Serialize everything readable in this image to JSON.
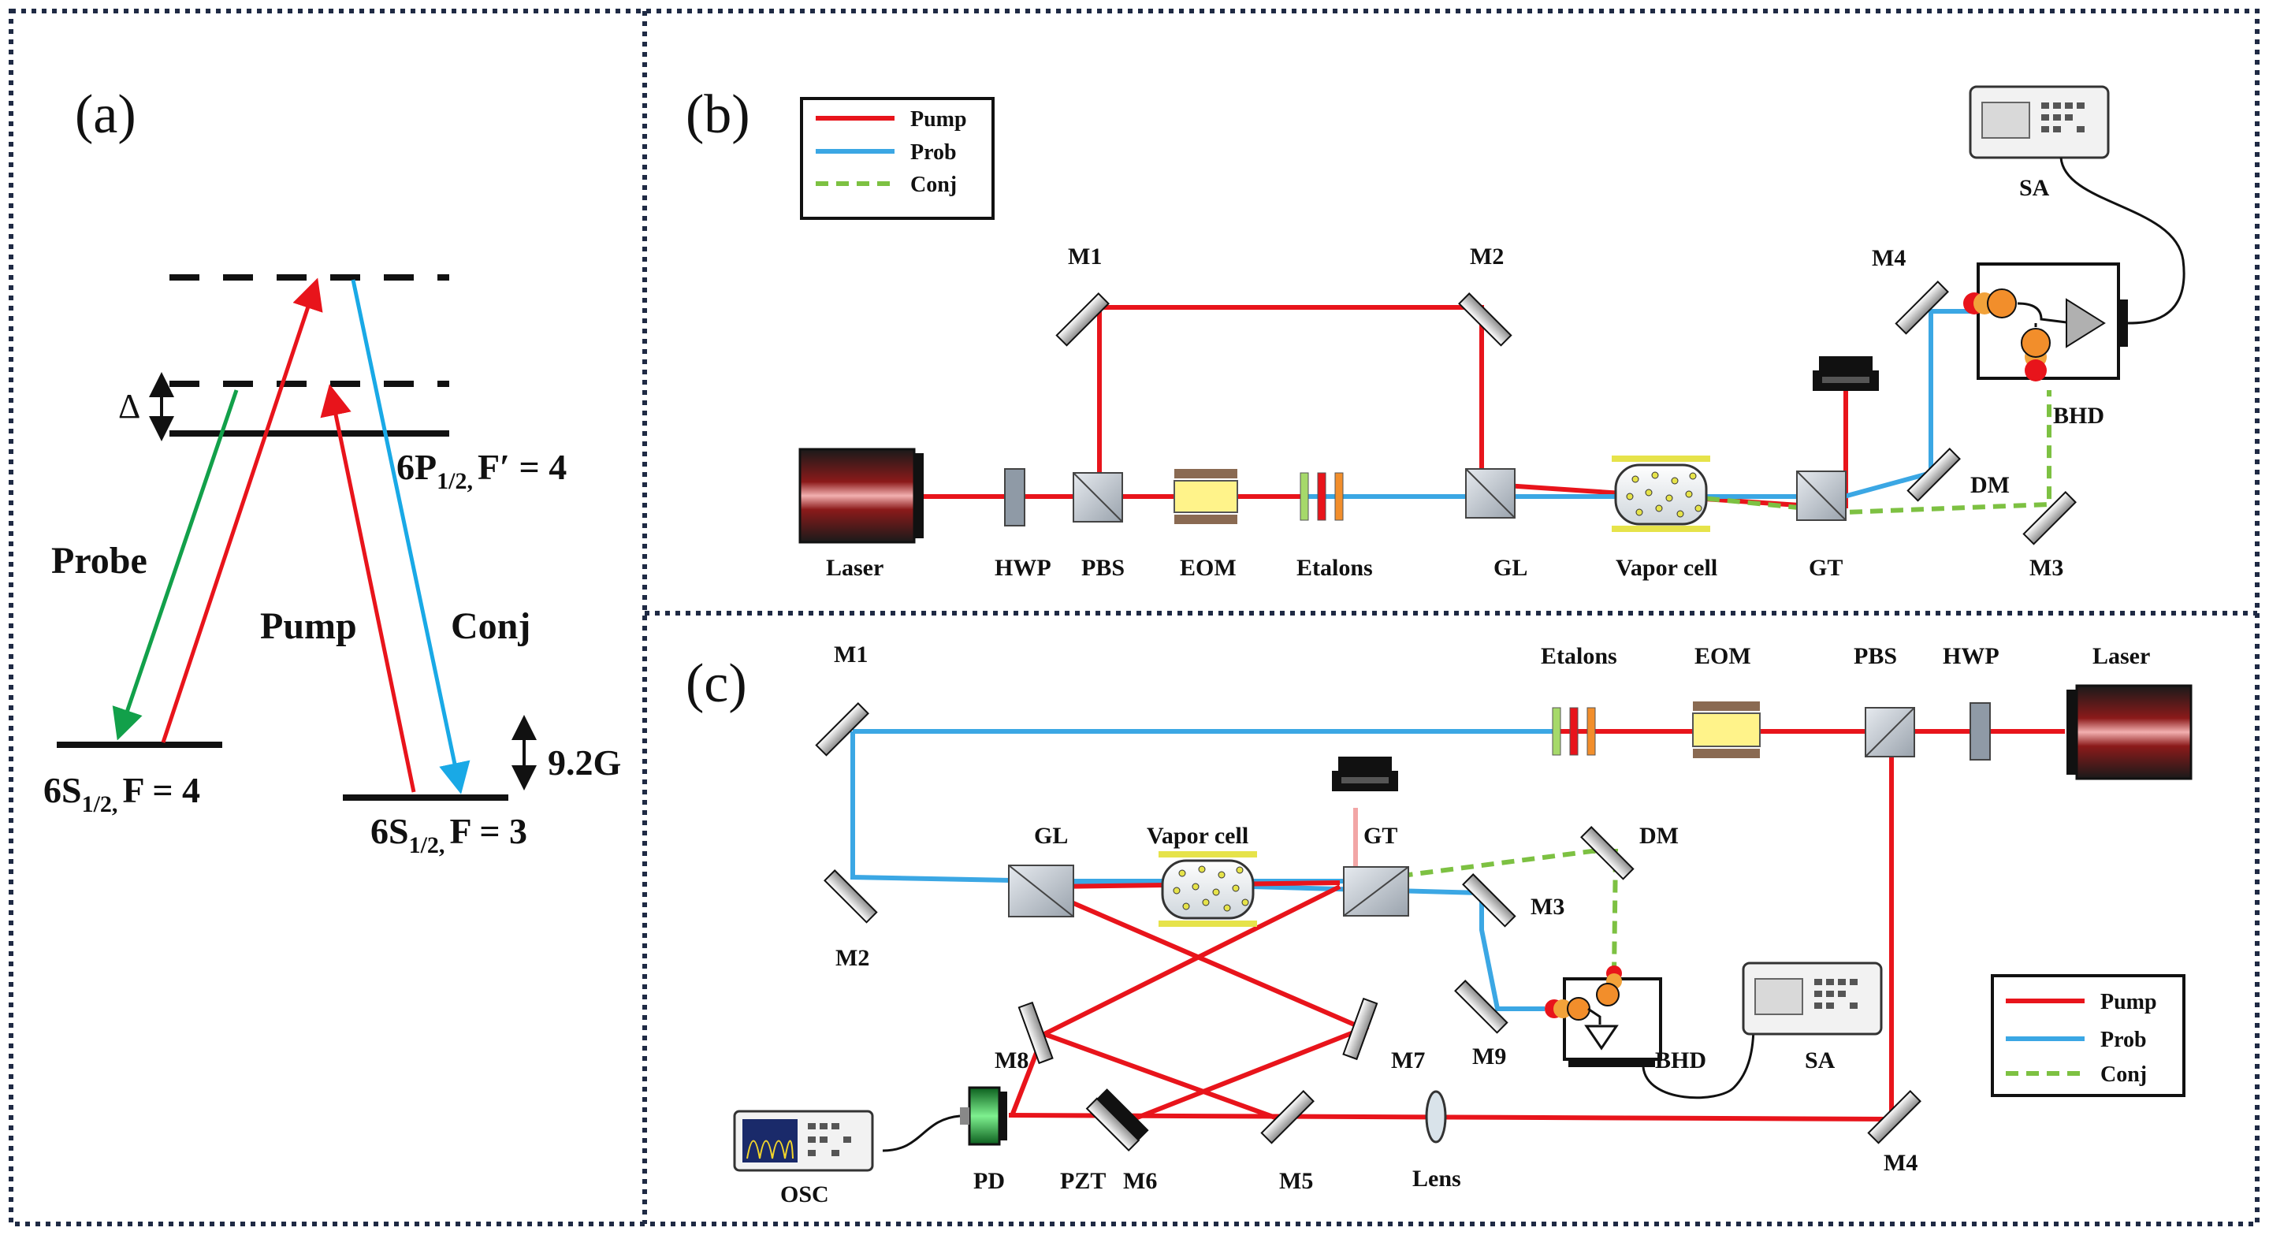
{
  "colors": {
    "pump": "#e8141b",
    "probe": "#3ba7e4",
    "conj": "#7dc142",
    "probe_level_arrow": "#12a04a",
    "conj_level_arrow": "#19a9e6"
  },
  "panel_a": {
    "label": "(a)",
    "delta": "Δ",
    "probe": "Probe",
    "pump": "Pump",
    "conj": "Conj",
    "splitting": "9.2G",
    "level_6p": {
      "main": "6P",
      "sub": "1/2,",
      "rest": "F′ = 4"
    },
    "level_6s4": {
      "main": "6S",
      "sub": "1/2,",
      "rest": "F = 4"
    },
    "level_6s3": {
      "main": "6S",
      "sub": "1/2,",
      "rest": "F = 3"
    }
  },
  "panel_b": {
    "label": "(b)",
    "legend": [
      "Pump",
      "Prob",
      "Conj"
    ],
    "labels": {
      "laser": "Laser",
      "hwp": "HWP",
      "pbs": "PBS",
      "eom": "EOM",
      "etalons": "Etalons",
      "gl": "GL",
      "vapor": "Vapor cell",
      "gt": "GT",
      "m1": "M1",
      "m2": "M2",
      "m3": "M3",
      "m4": "M4",
      "dm": "DM",
      "bhd": "BHD",
      "sa": "SA"
    }
  },
  "panel_c": {
    "label": "(c)",
    "legend": [
      "Pump",
      "Prob",
      "Conj"
    ],
    "labels": {
      "m1": "M1",
      "m2": "M2",
      "m3": "M3",
      "m4": "M4",
      "m5": "M5",
      "m6": "M6",
      "m7": "M7",
      "m8": "M8",
      "m9": "M9",
      "etalons": "Etalons",
      "eom": "EOM",
      "pbs": "PBS",
      "hwp": "HWP",
      "laser": "Laser",
      "gl": "GL",
      "vapor": "Vapor cell",
      "gt": "GT",
      "dm": "DM",
      "bhd": "BHD",
      "sa": "SA",
      "osc": "OSC",
      "pd": "PD",
      "pzt": "PZT",
      "lens": "Lens"
    }
  }
}
